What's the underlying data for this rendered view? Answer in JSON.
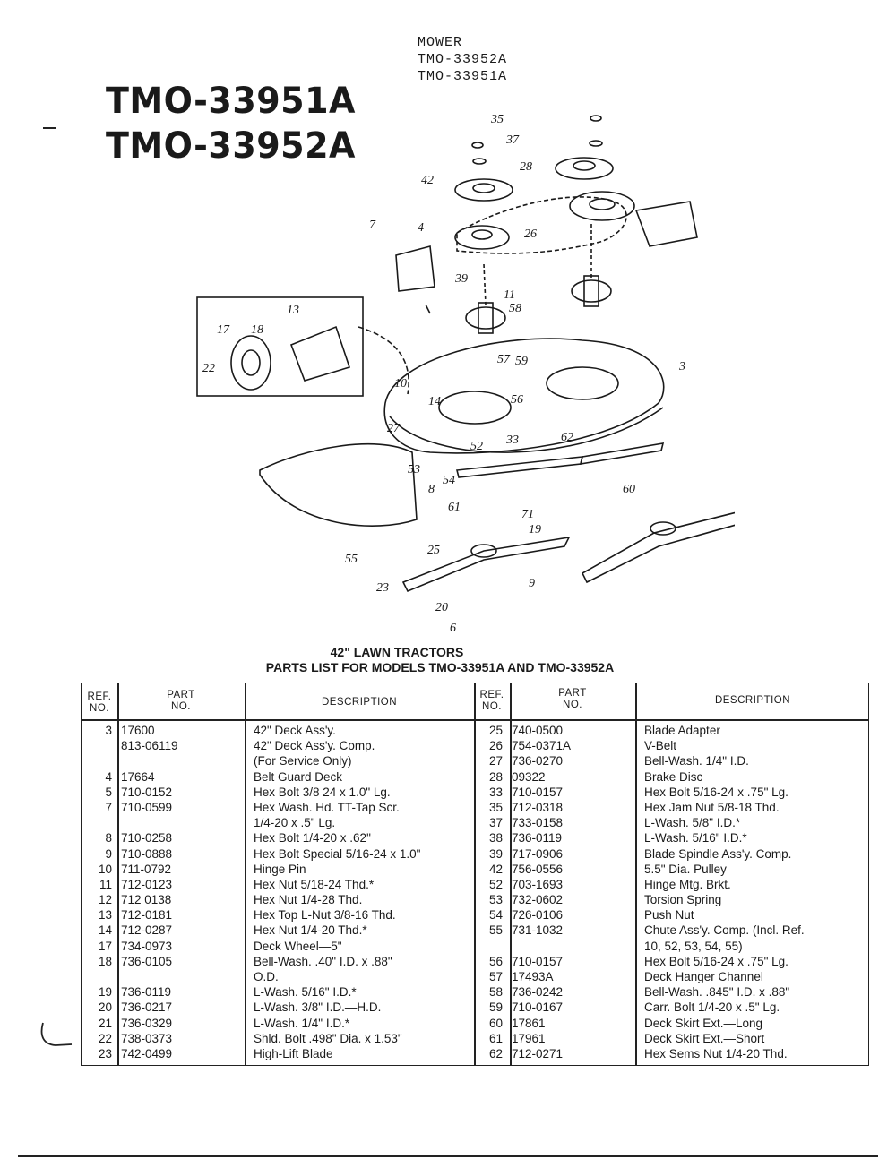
{
  "header": {
    "models_small": [
      "MOWER",
      "TMO-33952A",
      "TMO-33951A"
    ],
    "models_large": [
      "TMO-33951A",
      "TMO-33952A"
    ]
  },
  "diagram_callouts": [
    "35",
    "37",
    "28",
    "42",
    "26",
    "4",
    "7",
    "39",
    "11",
    "58",
    "13",
    "17",
    "18",
    "22",
    "10",
    "14",
    "27",
    "53",
    "8",
    "54",
    "52",
    "33",
    "62",
    "57",
    "59",
    "56",
    "3",
    "55",
    "61",
    "60",
    "71",
    "19",
    "25",
    "23",
    "9",
    "20",
    "6"
  ],
  "section": {
    "title1": "42\" LAWN TRACTORS",
    "title2": "PARTS LIST FOR MODELS TMO-33951A AND TMO-33952A"
  },
  "table": {
    "headers": {
      "ref": [
        "REF.",
        "NO."
      ],
      "part": [
        "PART",
        "NO."
      ],
      "description": "DESCRIPTION"
    },
    "left": [
      {
        "ref": "3",
        "part": "17600",
        "desc": "42\" Deck Ass'y."
      },
      {
        "ref": "",
        "part": "813-06119",
        "desc": "42\" Deck Ass'y. Comp."
      },
      {
        "ref": "",
        "part": "",
        "desc": "(For Service Only)"
      },
      {
        "ref": "4",
        "part": "17664",
        "desc": "Belt Guard Deck"
      },
      {
        "ref": "5",
        "part": "710-0152",
        "desc": "Hex Bolt 3/8 24 x 1.0\" Lg."
      },
      {
        "ref": "7",
        "part": "710-0599",
        "desc": "Hex Wash. Hd. TT-Tap Scr."
      },
      {
        "ref": "",
        "part": "",
        "desc": "1/4-20 x .5\" Lg."
      },
      {
        "ref": "8",
        "part": "710-0258",
        "desc": "Hex Bolt 1/4-20 x .62\""
      },
      {
        "ref": "9",
        "part": "710-0888",
        "desc": "Hex Bolt Special 5/16-24 x 1.0\""
      },
      {
        "ref": "10",
        "part": "711-0792",
        "desc": "Hinge Pin"
      },
      {
        "ref": "11",
        "part": "712-0123",
        "desc": "Hex Nut 5/18-24 Thd.*"
      },
      {
        "ref": "12",
        "part": "712 0138",
        "desc": "Hex Nut 1/4-28 Thd."
      },
      {
        "ref": "13",
        "part": "712-0181",
        "desc": "Hex Top L-Nut 3/8-16 Thd."
      },
      {
        "ref": "14",
        "part": "712-0287",
        "desc": "Hex Nut 1/4-20 Thd.*"
      },
      {
        "ref": "17",
        "part": "734-0973",
        "desc": "Deck Wheel—5\""
      },
      {
        "ref": "18",
        "part": "736-0105",
        "desc": "Bell-Wash. .40\" I.D. x .88\""
      },
      {
        "ref": "",
        "part": "",
        "desc": "O.D."
      },
      {
        "ref": "19",
        "part": "736-0119",
        "desc": "L-Wash. 5/16\" I.D.*"
      },
      {
        "ref": "20",
        "part": "736-0217",
        "desc": "L-Wash. 3/8\" I.D.—H.D."
      },
      {
        "ref": "21",
        "part": "736-0329",
        "desc": "L-Wash. 1/4\" I.D.*"
      },
      {
        "ref": "22",
        "part": "738-0373",
        "desc": "Shld. Bolt .498\" Dia. x 1.53\""
      },
      {
        "ref": "23",
        "part": "742-0499",
        "desc": "High-Lift Blade"
      }
    ],
    "right": [
      {
        "ref": "25",
        "part": "740-0500",
        "desc": "Blade Adapter"
      },
      {
        "ref": "26",
        "part": "754-0371A",
        "desc": "V-Belt"
      },
      {
        "ref": "27",
        "part": "736-0270",
        "desc": "Bell-Wash. 1/4\" I.D."
      },
      {
        "ref": "28",
        "part": "09322",
        "desc": "Brake Disc"
      },
      {
        "ref": "33",
        "part": "710-0157",
        "desc": "Hex Bolt 5/16-24 x .75\" Lg."
      },
      {
        "ref": "35",
        "part": "712-0318",
        "desc": "Hex Jam Nut 5/8-18 Thd."
      },
      {
        "ref": "37",
        "part": "733-0158",
        "desc": "L-Wash. 5/8\" I.D.*"
      },
      {
        "ref": "38",
        "part": "736-0119",
        "desc": "L-Wash. 5/16\" I.D.*"
      },
      {
        "ref": "39",
        "part": "717-0906",
        "desc": "Blade Spindle Ass'y. Comp."
      },
      {
        "ref": "42",
        "part": "756-0556",
        "desc": "5.5\" Dia. Pulley"
      },
      {
        "ref": "52",
        "part": "703-1693",
        "desc": "Hinge Mtg. Brkt."
      },
      {
        "ref": "53",
        "part": "732-0602",
        "desc": "Torsion Spring"
      },
      {
        "ref": "54",
        "part": "726-0106",
        "desc": "Push Nut"
      },
      {
        "ref": "55",
        "part": "731-1032",
        "desc": "Chute Ass'y. Comp. (Incl. Ref."
      },
      {
        "ref": "",
        "part": "",
        "desc": "10, 52, 53, 54, 55)"
      },
      {
        "ref": "56",
        "part": "710-0157",
        "desc": "Hex Bolt 5/16-24 x .75\" Lg."
      },
      {
        "ref": "57",
        "part": "17493A",
        "desc": "Deck Hanger Channel"
      },
      {
        "ref": "58",
        "part": "736-0242",
        "desc": "Bell-Wash. .845\" I.D. x .88\""
      },
      {
        "ref": "59",
        "part": "710-0167",
        "desc": "Carr. Bolt 1/4-20 x .5\" Lg."
      },
      {
        "ref": "60",
        "part": "17861",
        "desc": "Deck Skirt Ext.—Long"
      },
      {
        "ref": "61",
        "part": "17961",
        "desc": "Deck Skirt Ext.—Short"
      },
      {
        "ref": "62",
        "part": "712-0271",
        "desc": "Hex Sems Nut 1/4-20 Thd."
      }
    ]
  }
}
